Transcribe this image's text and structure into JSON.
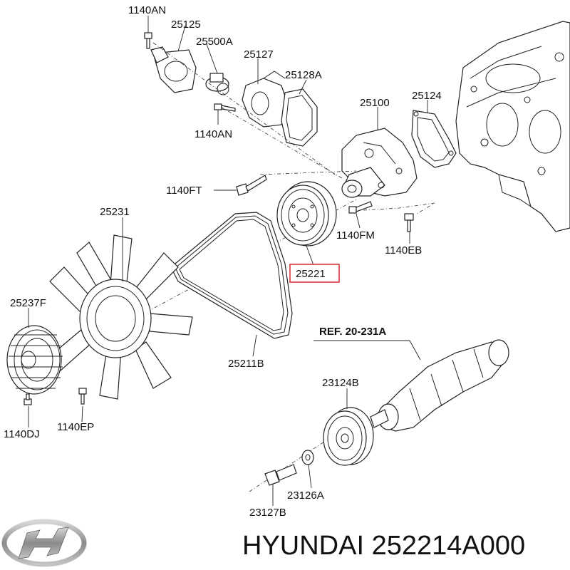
{
  "diagram": {
    "labels": {
      "l1140AN_top": "1140AN",
      "l25125": "25125",
      "l25500A": "25500A",
      "l25127": "25127",
      "l25128A": "25128A",
      "l1140AN_mid": "1140AN",
      "l25100": "25100",
      "l25124": "25124",
      "l1140FT": "1140FT",
      "l25231": "25231",
      "l1140FM": "1140FM",
      "l1140EB": "1140EB",
      "l25221": "25221",
      "l25237F": "25237F",
      "lREF": "REF. 20-231A",
      "l25211B": "25211B",
      "l23124B": "23124B",
      "l1140DJ": "1140DJ",
      "l1140EP": "1140EP",
      "l23126A": "23126A",
      "l23127B": "23127B"
    },
    "highlight_color": "#d9383a"
  },
  "footer": {
    "brand_text": "HYUNDAI 252214A000"
  }
}
